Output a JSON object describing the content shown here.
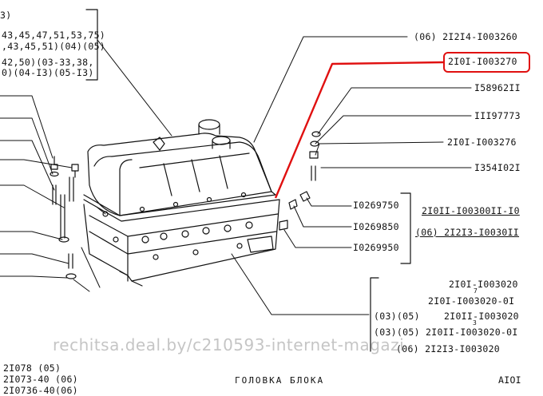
{
  "left_notes": {
    "line0": "3)",
    "line1": "43,45,47,51,53,75)",
    "line2": ",43,45,51)(04)(05)",
    "line3": "42,50)(03-33,38,",
    "line4": "0)(04-I3)(05-I3)"
  },
  "parts": {
    "cover_group": "(06) 2I2I4-I003260",
    "highlighted": "2I0I-I003270",
    "p1": "I58962II",
    "p2": "III97773",
    "p3": "2I0I-I003276",
    "p4": "I354I02I",
    "p5": "I0269750",
    "p6": "I0269850",
    "p7": "I0269950",
    "group_a": "2I0II-I00300II-I0",
    "group_b": "(06) 2I2I3-I0030II"
  },
  "block_parts": {
    "b1": "2I0I-I003020",
    "b1_sub": "7",
    "b2": "2I0I-I003020-0I",
    "b3": "2I0II-I003020",
    "b3_sub": "3",
    "b4_prefix": "(03)(05)",
    "b5": "(03)(05) 2I0II-I003020-0I",
    "b6": "(06) 2I2I3-I003020"
  },
  "footer": {
    "left1": "2I078   (05)",
    "left2": "2I073-40 (06)",
    "left3": "2I0736-40(06)",
    "title": "ГОЛОВКА  БЛОКА",
    "page": "AIOI"
  },
  "watermark": "rechitsa.deal.by/c210593-internet-magazi",
  "colors": {
    "highlight": "#e01010",
    "ink": "#111111",
    "watermark": "#a0a0a0"
  }
}
